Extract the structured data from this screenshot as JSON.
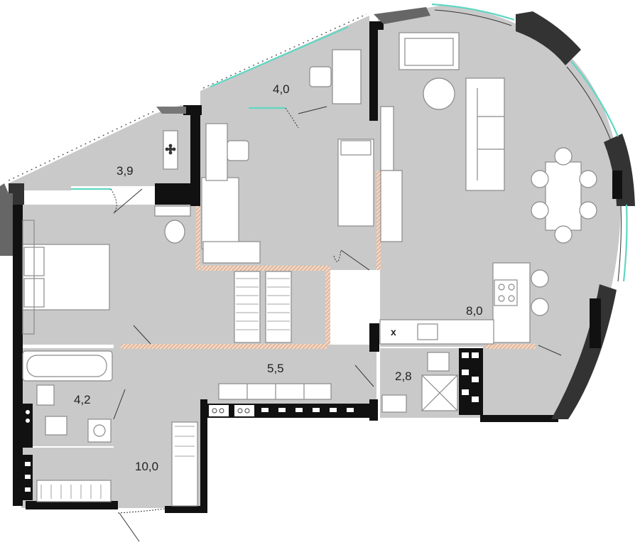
{
  "colors": {
    "floor": "#c9c9c9",
    "wall": "#111111",
    "wall_gray": "#666666",
    "furniture_fill": "#ffffff",
    "furniture_stroke": "#8a8a8a",
    "window_glass": "#5fd7c3",
    "hatched_wall": "#d9a07a",
    "label": "#222222"
  },
  "rooms": [
    {
      "id": "balcony-left",
      "area_label": "3,9"
    },
    {
      "id": "balcony-top",
      "area_label": "4,0"
    },
    {
      "id": "living-kitchen",
      "area_label": "8,0"
    },
    {
      "id": "hallway",
      "area_label": "5,5"
    },
    {
      "id": "bathroom-small",
      "area_label": "2,8"
    },
    {
      "id": "bathroom",
      "area_label": "4,2"
    },
    {
      "id": "entrance",
      "area_label": "10,0"
    }
  ],
  "kitchen_marker": "x",
  "icons": {
    "plant": "flower-icon",
    "door": "door-swing-icon"
  }
}
